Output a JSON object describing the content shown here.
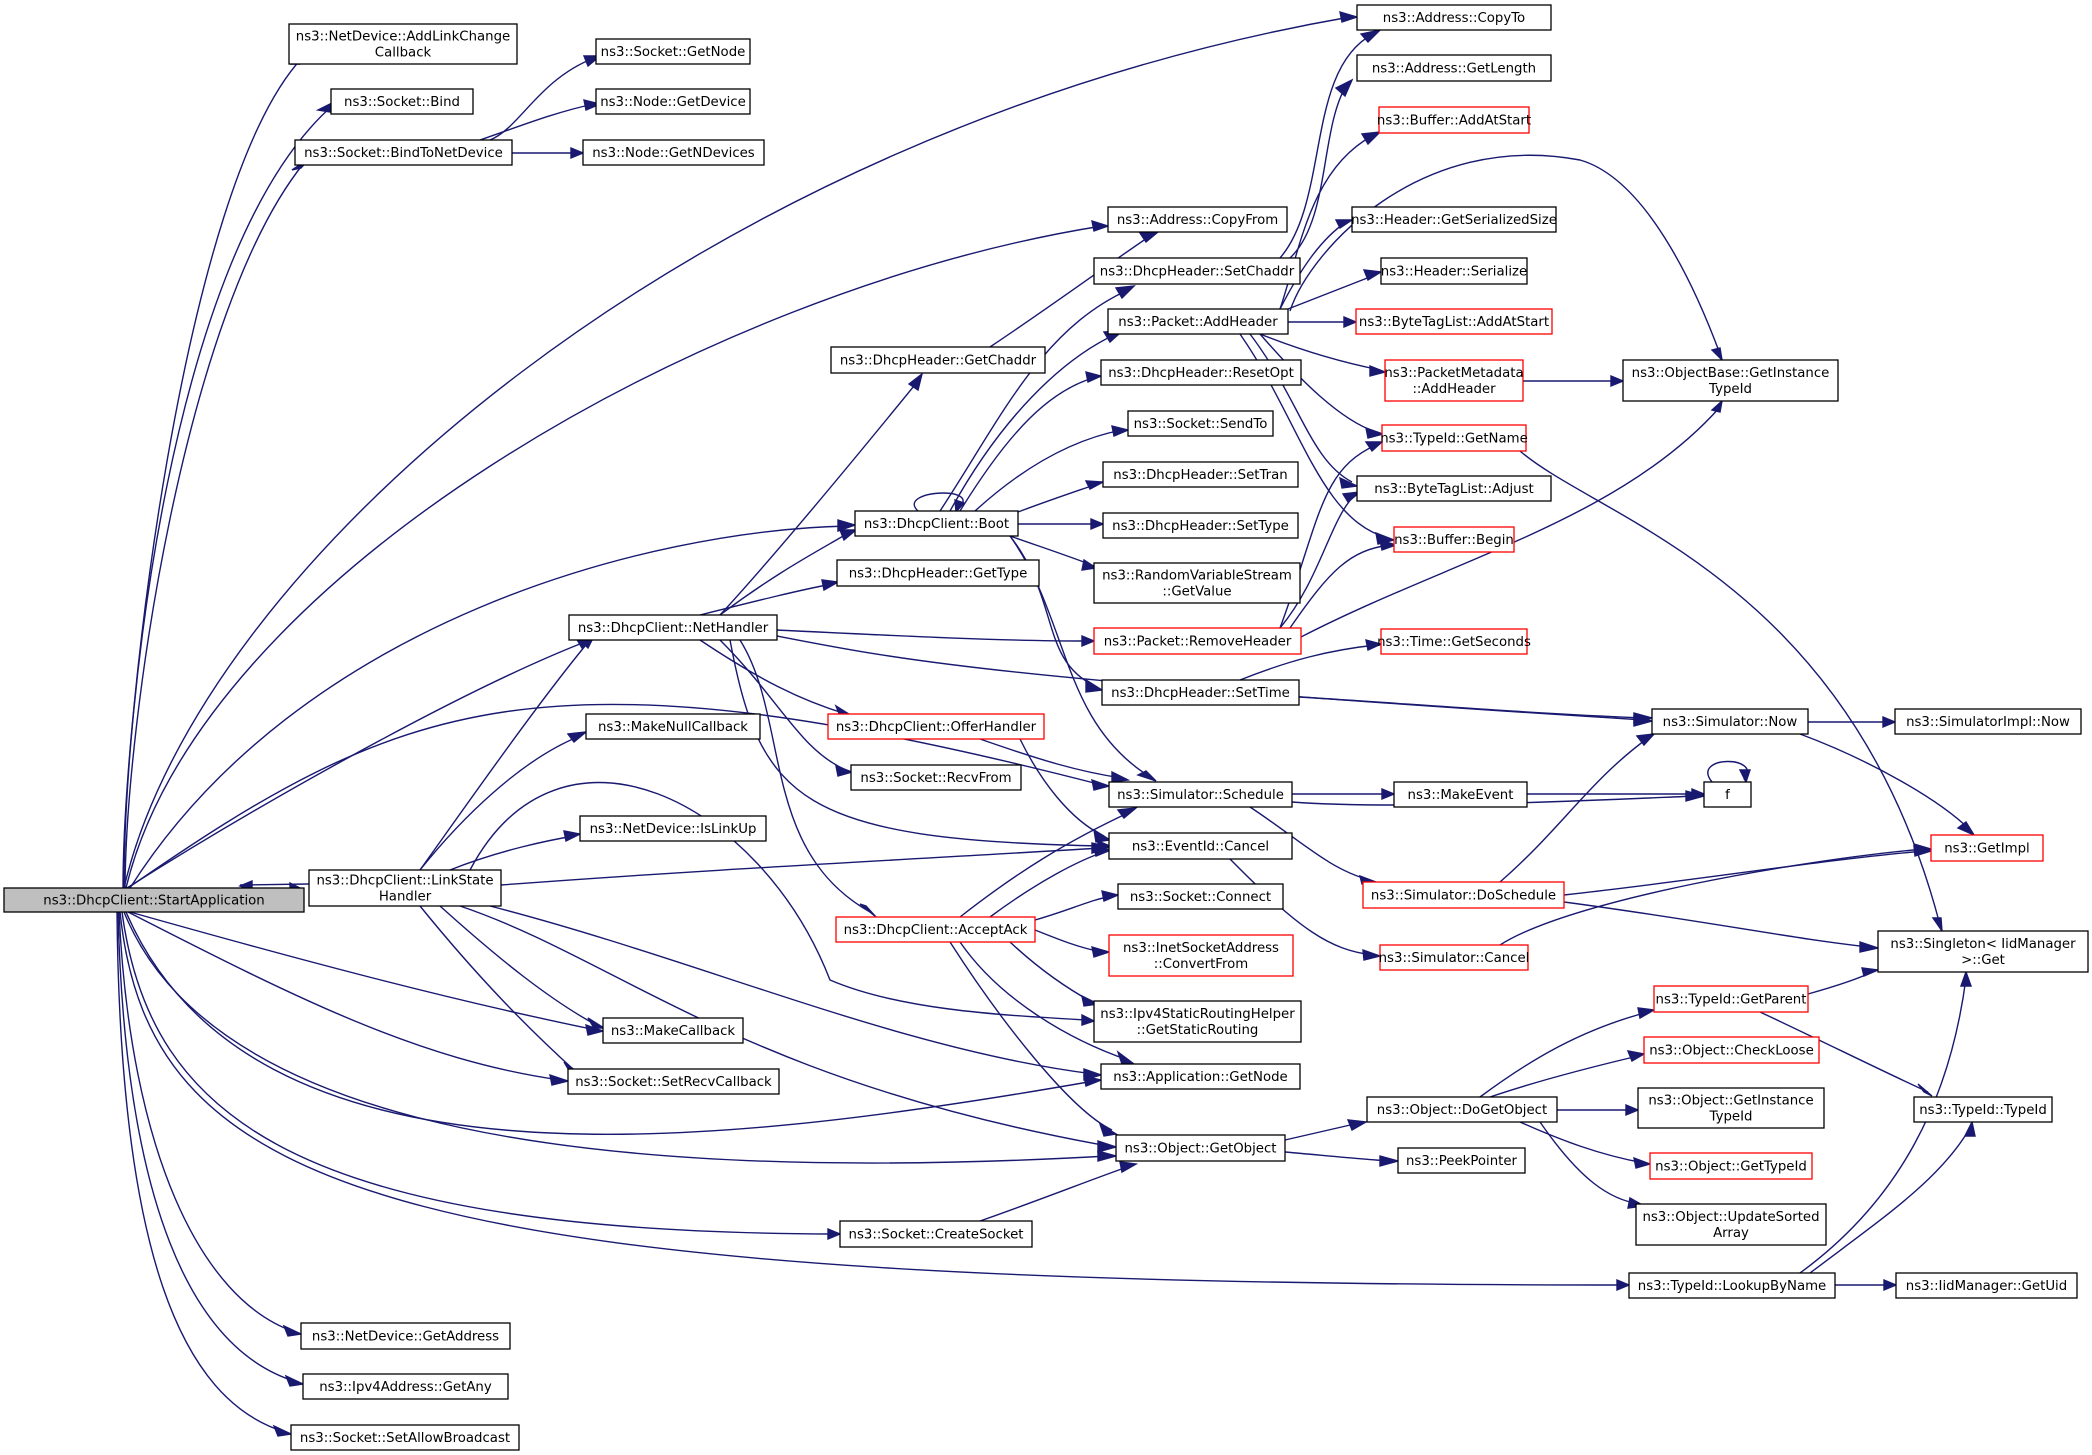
{
  "colors": {
    "edge": "#191970",
    "node_border": "#000000",
    "node_border_incomplete": "#ff0000",
    "node_fill": "#ffffff",
    "root_fill": "#bfbfbf"
  },
  "nodes": [
    {
      "id": "n0",
      "lines": [
        "ns3::DhcpClient::StartApplication"
      ],
      "root": true
    },
    {
      "id": "n1",
      "lines": [
        "ns3::NetDevice::AddLinkChange",
        "Callback"
      ]
    },
    {
      "id": "n2",
      "lines": [
        "ns3::Socket::Bind"
      ]
    },
    {
      "id": "n3",
      "lines": [
        "ns3::Socket::BindToNetDevice"
      ]
    },
    {
      "id": "n4",
      "lines": [
        "ns3::Socket::GetNode"
      ]
    },
    {
      "id": "n5",
      "lines": [
        "ns3::Node::GetDevice"
      ]
    },
    {
      "id": "n6",
      "lines": [
        "ns3::Node::GetNDevices"
      ]
    },
    {
      "id": "n7",
      "lines": [
        "ns3::DhcpClient::NetHandler"
      ]
    },
    {
      "id": "n8",
      "lines": [
        "ns3::DhcpHeader::GetChaddr"
      ]
    },
    {
      "id": "n9",
      "lines": [
        "ns3::Address::CopyFrom"
      ]
    },
    {
      "id": "n10",
      "lines": [
        "ns3::DhcpClient::Boot"
      ]
    },
    {
      "id": "n11",
      "lines": [
        "ns3::DhcpHeader::SetChaddr"
      ]
    },
    {
      "id": "n12",
      "lines": [
        "ns3::Address::CopyTo"
      ]
    },
    {
      "id": "n13",
      "lines": [
        "ns3::Address::GetLength"
      ]
    },
    {
      "id": "n14",
      "lines": [
        "ns3::Packet::AddHeader"
      ]
    },
    {
      "id": "n15",
      "lines": [
        "ns3::Buffer::AddAtStart"
      ],
      "incomplete": true
    },
    {
      "id": "n16",
      "lines": [
        "ns3::ByteTagList::Adjust"
      ]
    },
    {
      "id": "n17",
      "lines": [
        "ns3::Buffer::Begin"
      ],
      "incomplete": true
    },
    {
      "id": "n18",
      "lines": [
        "ns3::ByteTagList::AddAtStart"
      ],
      "incomplete": true
    },
    {
      "id": "n19",
      "lines": [
        "ns3::ObjectBase::GetInstance",
        "TypeId"
      ]
    },
    {
      "id": "n20",
      "lines": [
        "ns3::TypeId::GetName"
      ],
      "incomplete": true
    },
    {
      "id": "n21",
      "lines": [
        "ns3::Singleton< IidManager",
        " >::Get"
      ]
    },
    {
      "id": "n22",
      "lines": [
        "ns3::Header::GetSerializedSize"
      ]
    },
    {
      "id": "n23",
      "lines": [
        "ns3::Header::Serialize"
      ]
    },
    {
      "id": "n24",
      "lines": [
        "ns3::PacketMetadata",
        "::AddHeader"
      ],
      "incomplete": true
    },
    {
      "id": "n25",
      "lines": [
        "ns3::RandomVariableStream",
        "::GetValue"
      ]
    },
    {
      "id": "n26",
      "lines": [
        "ns3::DhcpHeader::ResetOpt"
      ]
    },
    {
      "id": "n27",
      "lines": [
        "ns3::Socket::SendTo"
      ]
    },
    {
      "id": "n28",
      "lines": [
        "ns3::DhcpHeader::SetTran"
      ]
    },
    {
      "id": "n29",
      "lines": [
        "ns3::DhcpHeader::SetType"
      ]
    },
    {
      "id": "n30",
      "lines": [
        "ns3::DhcpHeader::SetTime"
      ]
    },
    {
      "id": "n31",
      "lines": [
        "ns3::Time::GetSeconds"
      ],
      "incomplete": true
    },
    {
      "id": "n32",
      "lines": [
        "ns3::Simulator::Now"
      ]
    },
    {
      "id": "n33",
      "lines": [
        "ns3::SimulatorImpl::Now"
      ]
    },
    {
      "id": "n34",
      "lines": [
        "ns3::GetImpl"
      ],
      "incomplete": true
    },
    {
      "id": "n35",
      "lines": [
        "ns3::Simulator::Schedule"
      ]
    },
    {
      "id": "n36",
      "lines": [
        "ns3::Simulator::DoSchedule"
      ],
      "incomplete": true
    },
    {
      "id": "n37",
      "lines": [
        "f"
      ]
    },
    {
      "id": "n38",
      "lines": [
        "ns3::MakeEvent"
      ]
    },
    {
      "id": "n39",
      "lines": [
        "ns3::DhcpClient::AcceptAck"
      ],
      "incomplete": true
    },
    {
      "id": "n40",
      "lines": [
        "ns3::Application::GetNode"
      ]
    },
    {
      "id": "n41",
      "lines": [
        "ns3::EventId::Cancel"
      ]
    },
    {
      "id": "n42",
      "lines": [
        "ns3::Simulator::Cancel"
      ],
      "incomplete": true
    },
    {
      "id": "n43",
      "lines": [
        "ns3::Socket::Connect"
      ]
    },
    {
      "id": "n44",
      "lines": [
        "ns3::InetSocketAddress",
        "::ConvertFrom"
      ],
      "incomplete": true
    },
    {
      "id": "n45",
      "lines": [
        "ns3::Ipv4StaticRoutingHelper",
        "::GetStaticRouting"
      ]
    },
    {
      "id": "n46",
      "lines": [
        "ns3::Object::GetObject"
      ]
    },
    {
      "id": "n47",
      "lines": [
        "ns3::Object::DoGetObject"
      ]
    },
    {
      "id": "n48",
      "lines": [
        "ns3::Object::CheckLoose"
      ],
      "incomplete": true
    },
    {
      "id": "n49",
      "lines": [
        "ns3::Object::GetInstance",
        "TypeId"
      ]
    },
    {
      "id": "n50",
      "lines": [
        "ns3::Object::GetTypeId"
      ],
      "incomplete": true
    },
    {
      "id": "n51",
      "lines": [
        "ns3::TypeId::GetParent"
      ],
      "incomplete": true
    },
    {
      "id": "n52",
      "lines": [
        "ns3::TypeId::TypeId"
      ]
    },
    {
      "id": "n53",
      "lines": [
        "ns3::Object::UpdateSorted",
        "Array"
      ]
    },
    {
      "id": "n54",
      "lines": [
        "ns3::PeekPointer"
      ]
    },
    {
      "id": "n55",
      "lines": [
        "ns3::DhcpHeader::GetType"
      ]
    },
    {
      "id": "n56",
      "lines": [
        "ns3::Packet::RemoveHeader"
      ],
      "incomplete": true
    },
    {
      "id": "n57",
      "lines": [
        "ns3::DhcpClient::OfferHandler"
      ],
      "incomplete": true
    },
    {
      "id": "n58",
      "lines": [
        "ns3::Socket::RecvFrom"
      ]
    },
    {
      "id": "n59",
      "lines": [
        "ns3::DhcpClient::LinkState",
        "Handler"
      ]
    },
    {
      "id": "n60",
      "lines": [
        "ns3::MakeNullCallback"
      ]
    },
    {
      "id": "n61",
      "lines": [
        "ns3::NetDevice::IsLinkUp"
      ]
    },
    {
      "id": "n62",
      "lines": [
        "ns3::MakeCallback"
      ]
    },
    {
      "id": "n63",
      "lines": [
        "ns3::Socket::SetRecvCallback"
      ]
    },
    {
      "id": "n64",
      "lines": [
        "ns3::Socket::CreateSocket"
      ]
    },
    {
      "id": "n65",
      "lines": [
        "ns3::TypeId::LookupByName"
      ]
    },
    {
      "id": "n66",
      "lines": [
        "ns3::IidManager::GetUid"
      ]
    },
    {
      "id": "n67",
      "lines": [
        "ns3::NetDevice::GetAddress"
      ]
    },
    {
      "id": "n68",
      "lines": [
        "ns3::Ipv4Address::GetAny"
      ]
    },
    {
      "id": "n69",
      "lines": [
        "ns3::Socket::SetAllowBroadcast"
      ]
    }
  ]
}
